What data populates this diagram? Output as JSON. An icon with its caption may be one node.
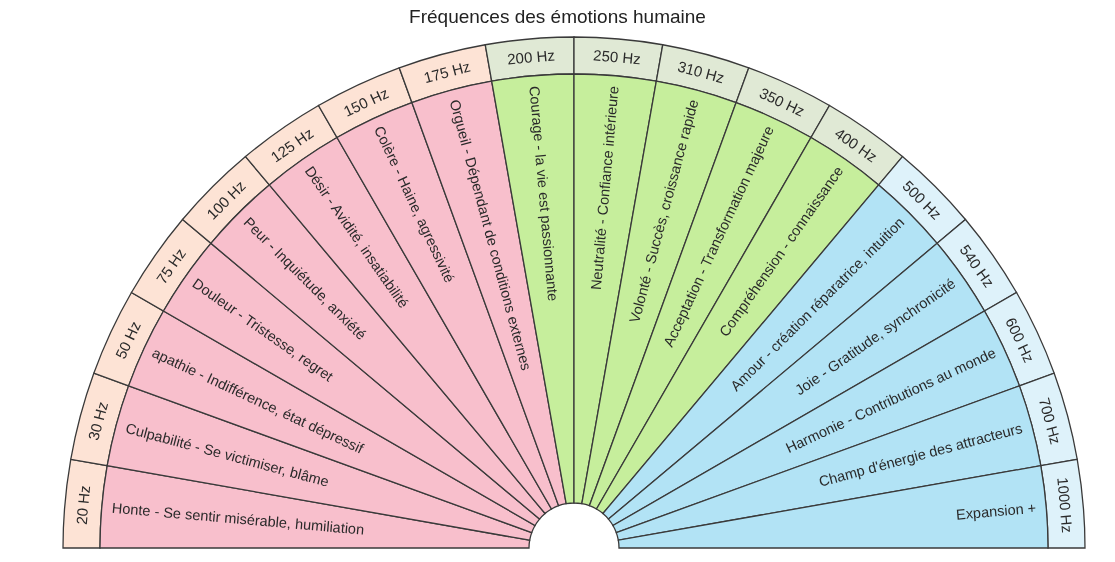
{
  "diagram": {
    "title": "Fréquences des émotions humaine",
    "nodes": [
      {
        "text": [
          "20 Hz"
        ]
      },
      {
        "text": [
          "Honte - Se sentir misérable, humiliation"
        ]
      },
      {
        "text": [
          "30 Hz"
        ]
      },
      {
        "text": [
          "Culpabilité - Se victimiser, blâme"
        ]
      },
      {
        "text": [
          "50 Hz"
        ]
      },
      {
        "text": [
          "apathie - Indifférence, état dépressif"
        ]
      },
      {
        "text": [
          "75 Hz"
        ]
      },
      {
        "text": [
          "Douleur - Tristesse, regret"
        ]
      },
      {
        "text": [
          "100 Hz"
        ]
      },
      {
        "text": [
          "Peur - Inquiétude, anxiété"
        ]
      },
      {
        "text": [
          "125 Hz"
        ]
      },
      {
        "text": [
          "Désir - Avidité, insatiabilité"
        ]
      },
      {
        "text": [
          "150 Hz"
        ]
      },
      {
        "text": [
          "Colère - Haine, agressivité"
        ]
      },
      {
        "text": [
          "175 Hz"
        ]
      },
      {
        "text": [
          "Orgueil - Dépendant de conditions externes"
        ]
      },
      {
        "text": [
          "200 Hz"
        ]
      },
      {
        "text": [
          "Courage - la vie est passionnante"
        ]
      },
      {
        "text": [
          "250 Hz"
        ]
      },
      {
        "text": [
          "Neutralité - Confiance intérieure"
        ]
      },
      {
        "text": [
          "310 Hz"
        ]
      },
      {
        "text": [
          "Volonté - Succès, croissance rapide"
        ]
      },
      {
        "text": [
          "350 Hz"
        ]
      },
      {
        "text": [
          "Acceptation - Transformation majeure"
        ]
      },
      {
        "text": [
          "400 Hz"
        ]
      },
      {
        "text": [
          "Compréhension - connaissance"
        ]
      },
      {
        "text": [
          "500 Hz"
        ]
      },
      {
        "text": [
          "Amour - création réparatrice, intuition"
        ]
      },
      {
        "text": [
          "540 Hz"
        ]
      },
      {
        "text": [
          "Joie - Gratitude, synchronicité"
        ]
      },
      {
        "text": [
          "600 Hz"
        ]
      },
      {
        "text": [
          "Harmonie - Contributions au monde"
        ]
      },
      {
        "text": [
          "700 Hz"
        ]
      },
      {
        "text": [
          "Champ d'énergie des attracteurs"
        ]
      },
      {
        "text": [
          "1000 Hz"
        ]
      },
      {
        "text": [
          "Expansion +"
        ]
      }
    ]
  }
}
